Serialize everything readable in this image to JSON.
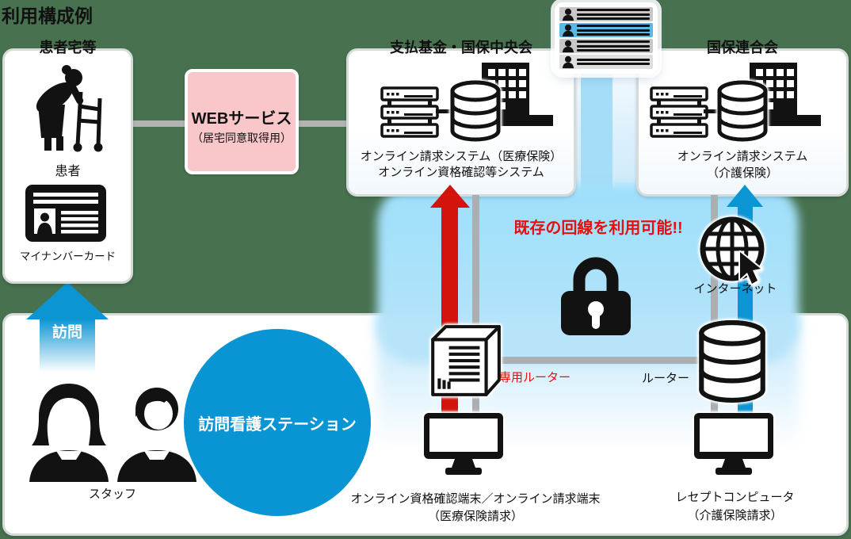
{
  "title": "利用構成例",
  "colors": {
    "background_green": "#47714f",
    "accent_blue": "#0994d3",
    "light_blue_zone": "#9edffb",
    "alert_red": "#e60f0f",
    "arrow_red": "#d2140c",
    "web_service_pink": "#f9c6ca",
    "connector_gray": "#b3b3b3",
    "lan_gray": "#abafb1",
    "popup_highlight_blue": "#5cb7e8"
  },
  "patient_home": {
    "label": "患者宅等",
    "patient_caption": "患者",
    "card_caption": "マイナンバーカード",
    "icons": [
      "elderly-patient-icon",
      "mynumber-card-icon"
    ]
  },
  "web_service": {
    "title": "WEBサービス",
    "subtitle": "（居宅同意取得用）"
  },
  "payment_fund": {
    "label": "支払基金・国保中央会",
    "line1": "オンライン請求システム（医療保険）",
    "line2": "オンライン資格確認等システム",
    "icons": [
      "server-rack-icon",
      "database-icon",
      "building-icon"
    ]
  },
  "kokuho_federation": {
    "label": "国保連合会",
    "line1": "オンライン請求システム",
    "line2": "（介護保険）",
    "icons": [
      "server-rack-icon",
      "database-icon",
      "building-icon"
    ]
  },
  "roster_popup": {
    "rows": 4,
    "highlighted_row": 2,
    "icon": "person-icon"
  },
  "center_zone": {
    "banner": "既存の回線を利用可能!!",
    "internet_label": "インターネット",
    "dedicated_router_label": "専用ルーター",
    "router_label": "ルーター",
    "icons": [
      "lock-icon",
      "globe-icon",
      "cursor-icon",
      "router-box-icon",
      "router-cylinder-icon"
    ]
  },
  "station": {
    "visit_label": "訪問",
    "circle_label": "訪問看護ステーション",
    "staff_label": "スタッフ",
    "icons": [
      "staff-female-icon",
      "staff-male-icon"
    ]
  },
  "terminals": {
    "left_line1": "オンライン資格確認端末／オンライン請求端末",
    "left_line2": "（医療保険請求）",
    "right_line1": "レセプトコンピュータ",
    "right_line2": "（介護保険請求）",
    "icons": [
      "monitor-icon",
      "monitor-icon"
    ]
  }
}
